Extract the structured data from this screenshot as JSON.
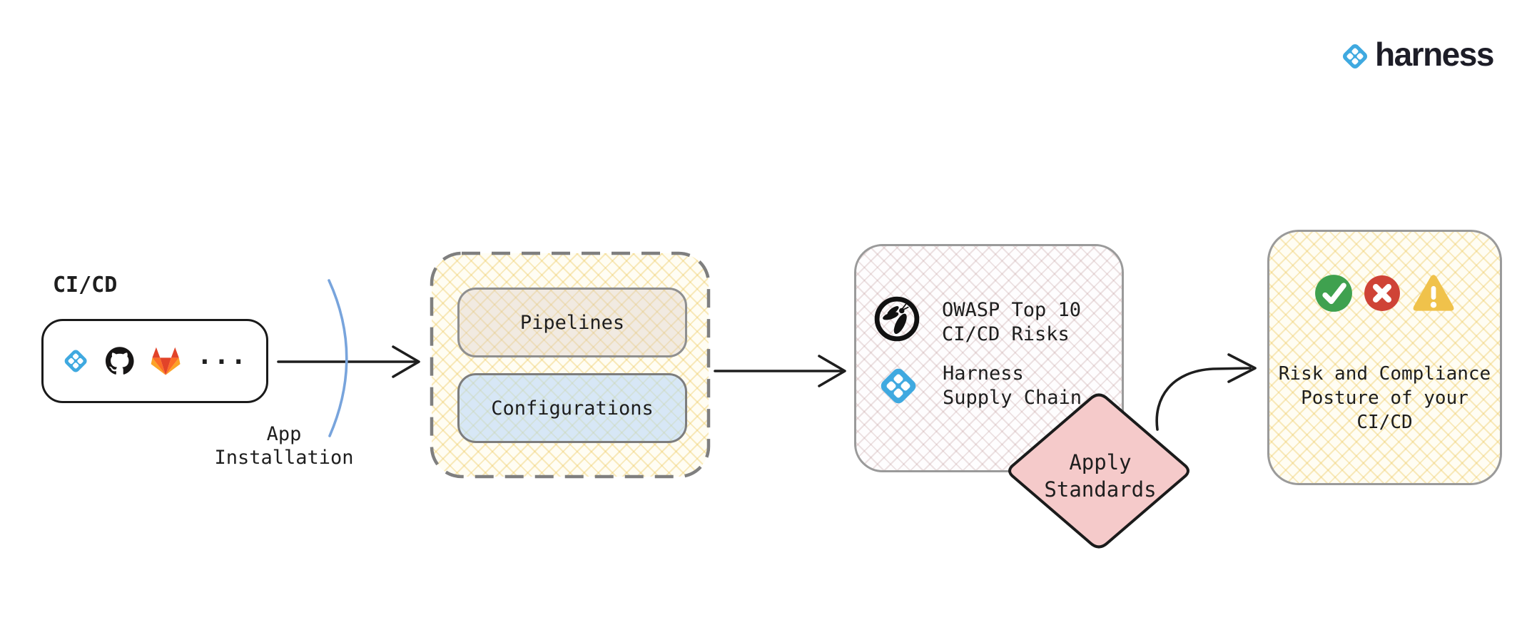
{
  "brand": {
    "wordmark": "harness"
  },
  "colors": {
    "ink": "#1e1e1e",
    "brand_blue": "#3FA9E0",
    "beige_fill": "#f1eae1",
    "blue_fill": "#d7e7f6",
    "diamond_pink": "#f5caca",
    "status_green": "#3fa14f",
    "status_red": "#cf4336",
    "status_yellow": "#f0c24b",
    "arc_blue": "#78a4dc",
    "github_black": "#171515",
    "gitlab_red": "#e24329",
    "gitlab_orange": "#fc6d26",
    "gitlab_yellow": "#fca326"
  },
  "source": {
    "title": "CI/CD",
    "ellipsis": "...",
    "icons": [
      {
        "name": "harness-icon"
      },
      {
        "name": "github-icon"
      },
      {
        "name": "gitlab-icon"
      }
    ]
  },
  "arrow1_label": {
    "line1": "App",
    "line2": "Installation"
  },
  "config_group": {
    "pipelines_label": "Pipelines",
    "configurations_label": "Configurations"
  },
  "scan_box": {
    "owasp": {
      "line1": "OWASP Top 10",
      "line2": "CI/CD Risks"
    },
    "harness": {
      "line1": "Harness",
      "line2": "Supply Chain"
    }
  },
  "diamond": {
    "line1": "Apply",
    "line2": "Standards"
  },
  "result_box": {
    "line1": "Risk and Compliance",
    "line2": "Posture of your",
    "line3": "CI/CD"
  }
}
